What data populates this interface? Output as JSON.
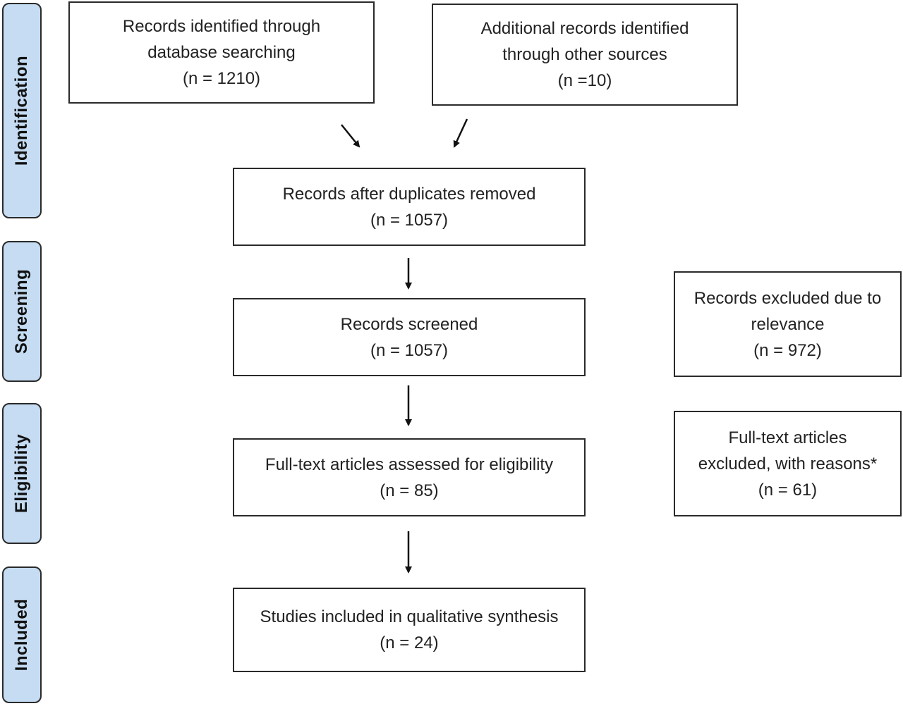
{
  "stages": {
    "identification": "Identification",
    "screening": "Screening",
    "eligibility": "Eligibility",
    "included": "Included"
  },
  "boxes": {
    "database_records": {
      "line1": "Records identified through",
      "line2": "database searching",
      "count": "(n = 1210)"
    },
    "other_sources": {
      "line1": "Additional records identified",
      "line2": "through other sources",
      "count": "(n =10)"
    },
    "duplicates_removed": {
      "line1": "Records after duplicates removed",
      "count": "(n = 1057)"
    },
    "screened": {
      "line1": "Records screened",
      "count": "(n = 1057)"
    },
    "excluded_relevance": {
      "line1": "Records excluded due to",
      "line2": "relevance",
      "count": "(n = 972)"
    },
    "fulltext_assessed": {
      "line1": "Full-text articles assessed for eligibility",
      "count": "(n = 85)"
    },
    "fulltext_excluded": {
      "line1": "Full-text articles",
      "line2": "excluded, with reasons*",
      "count": "(n = 61)"
    },
    "included_synthesis": {
      "line1": "Studies included in qualitative synthesis",
      "count": "(n = 24)"
    }
  },
  "colors": {
    "stage_fill": "#c5dcf2",
    "border": "#2a2a2a",
    "text": "#222222"
  }
}
